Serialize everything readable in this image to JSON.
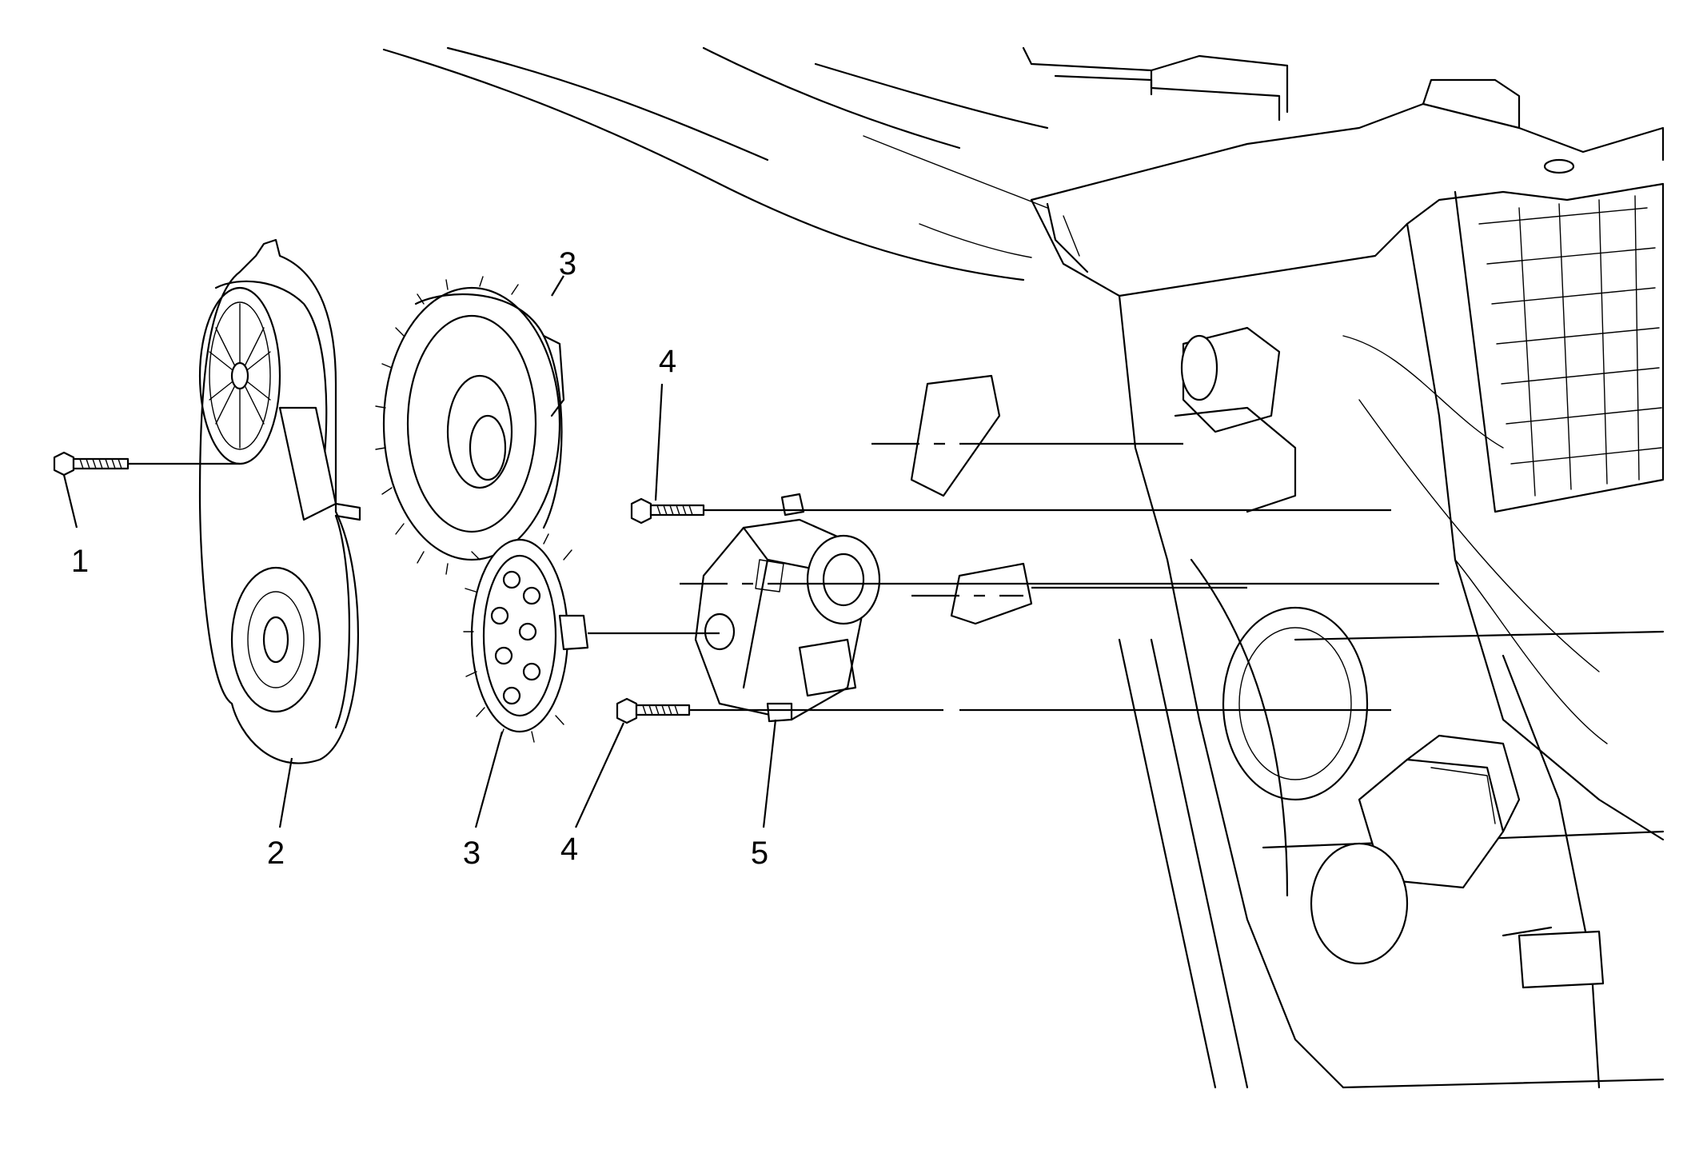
{
  "diagram": {
    "callouts": [
      {
        "id": "c1",
        "label": "1"
      },
      {
        "id": "c2",
        "label": "2"
      },
      {
        "id": "c3a",
        "label": "3"
      },
      {
        "id": "c3b",
        "label": "3"
      },
      {
        "id": "c4a",
        "label": "4"
      },
      {
        "id": "c4b",
        "label": "4"
      },
      {
        "id": "c5",
        "label": "5"
      }
    ]
  }
}
